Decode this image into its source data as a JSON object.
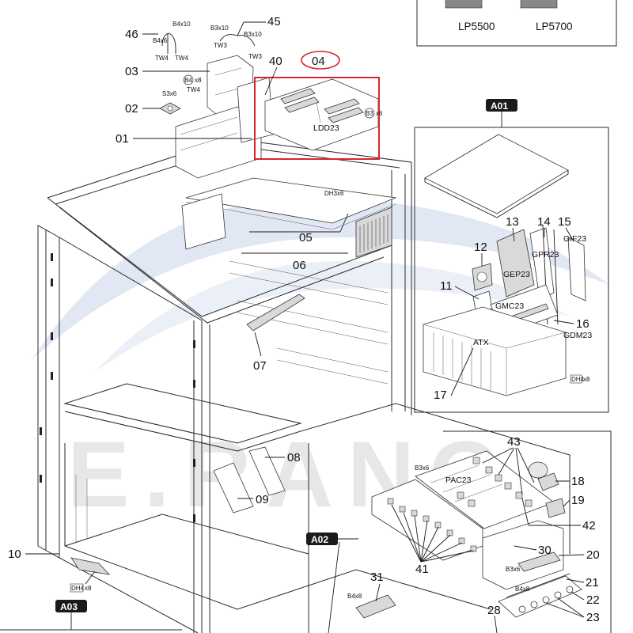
{
  "watermark": {
    "text": "E.RANG",
    "colors": {
      "swoosh": "#c9d6ec",
      "letters": "#c7c7c7"
    }
  },
  "highlight": {
    "color": "#d9262b"
  },
  "inset_models": [
    "LP5500",
    "LP5700"
  ],
  "section_badges": [
    "A01",
    "A02",
    "A03"
  ],
  "callouts": {
    "p01": "01",
    "p02": "02",
    "p03": "03",
    "p04": "04",
    "p05": "05",
    "p06": "06",
    "p07": "07",
    "p08": "08",
    "p09": "09",
    "p10": "10",
    "p11": "11",
    "p12": "12",
    "p13": "13",
    "p14": "14",
    "p15": "15",
    "p16": "16",
    "p17": "17",
    "p18": "18",
    "p19": "19",
    "p20": "20",
    "p21": "21",
    "p22": "22",
    "p23": "23",
    "p28": "28",
    "p30": "30",
    "p31": "31",
    "p40": "40",
    "p41": "41",
    "p42": "42",
    "p43": "43",
    "p45": "45",
    "p46": "46"
  },
  "board_labels": {
    "ldd": "LDD23",
    "gep": "GEP23",
    "gpr": "GPR23",
    "gif": "GIF23",
    "gmc": "GMC23",
    "gdm": "GDM23",
    "atx": "ATX",
    "pac": "PAC23"
  },
  "screw_labels": {
    "b4x10": "B4x10",
    "b4x6": "B4x6",
    "tw4a": "TW4",
    "tw4b": "TW4",
    "b3x10a": "B3x10",
    "b3x10b": "B3x10",
    "tw3a": "TW3",
    "tw3b": "TW3",
    "s3x6": "S3x6",
    "b4x8top": "x8",
    "b4x8top_b": "B4",
    "tw4c": "TW4",
    "b3x6top_b": "B3",
    "b3x6top": "x6",
    "dh3x6": "DH3x6",
    "dh4x8right_b": "DH4",
    "dh4x8right": "x8",
    "b3x6pac": "B3x6",
    "b3x6lower": "B3x6",
    "b4x8lower": "B4x8",
    "b4x8bottom": "B4x8",
    "dh4x8left_b": "DH4",
    "dh4x8left": "x8"
  }
}
